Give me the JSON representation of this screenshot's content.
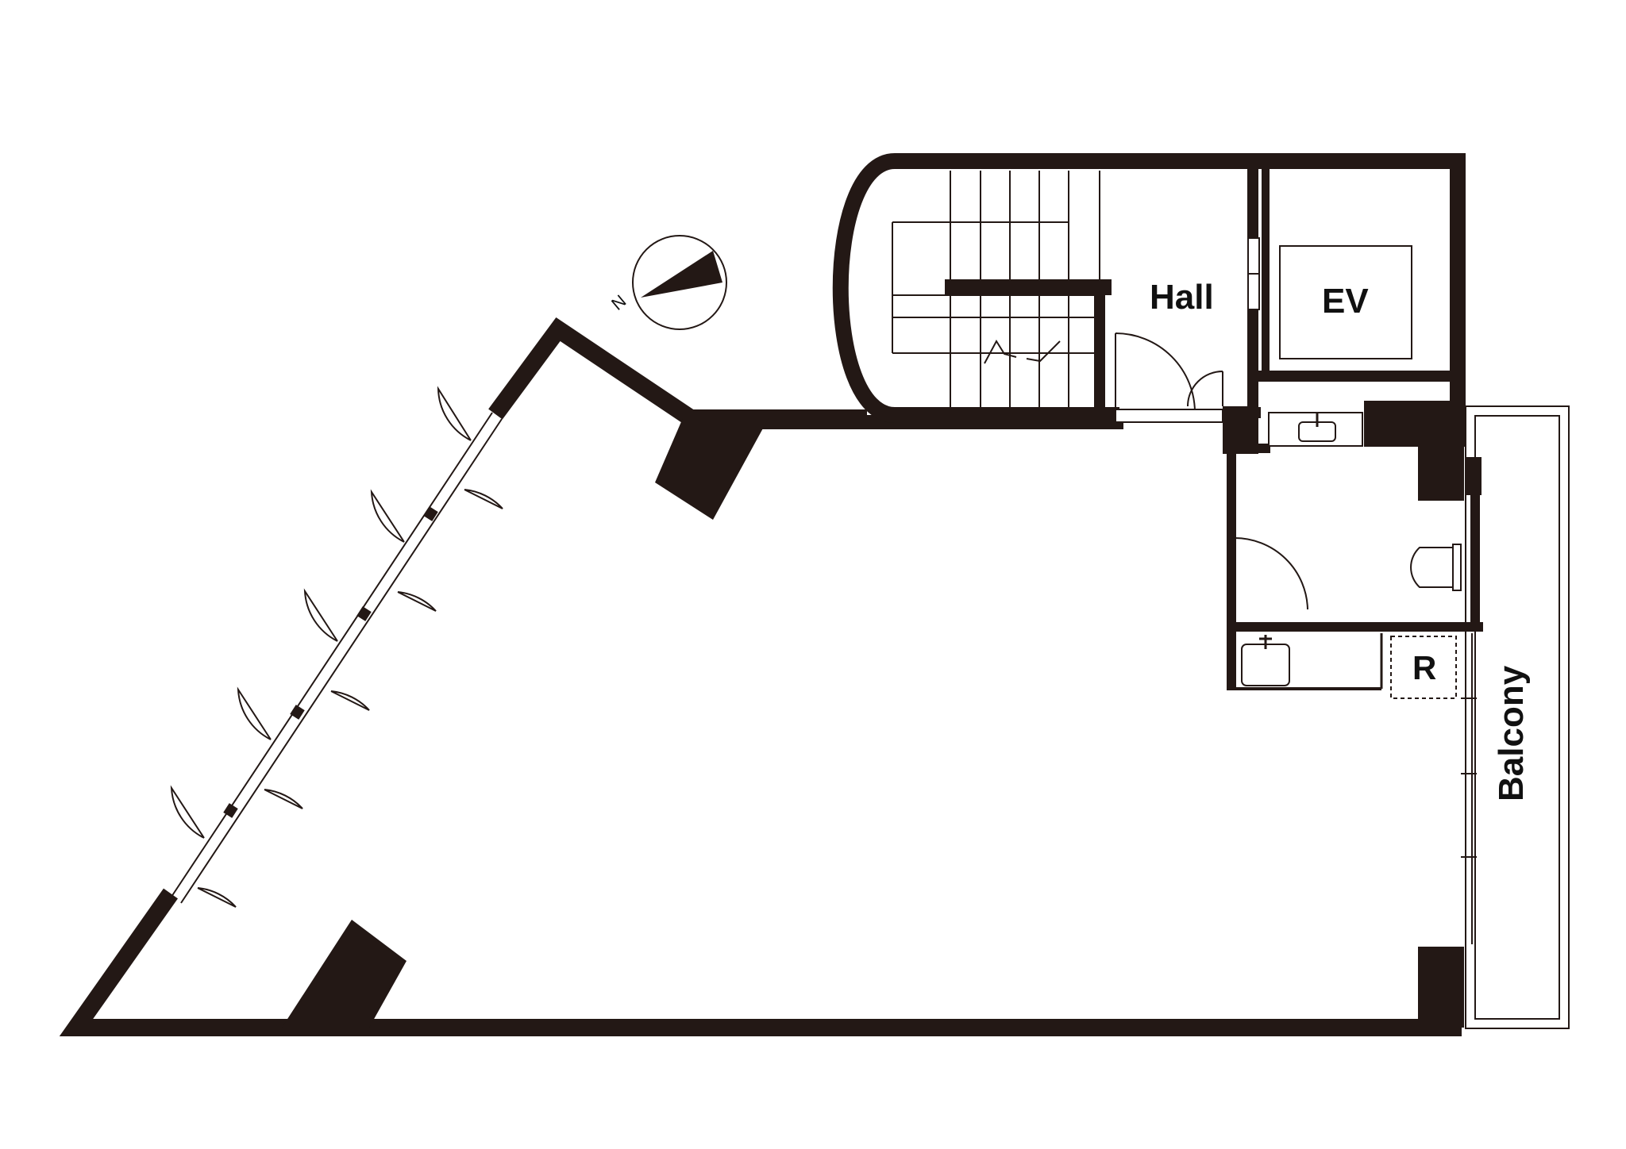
{
  "labels": {
    "hall": "Hall",
    "elevator": "EV",
    "refrigerator": "R",
    "balcony": "Balcony",
    "north": "N"
  },
  "colors": {
    "wall": "#231815",
    "line": "#231815",
    "background": "#ffffff"
  }
}
